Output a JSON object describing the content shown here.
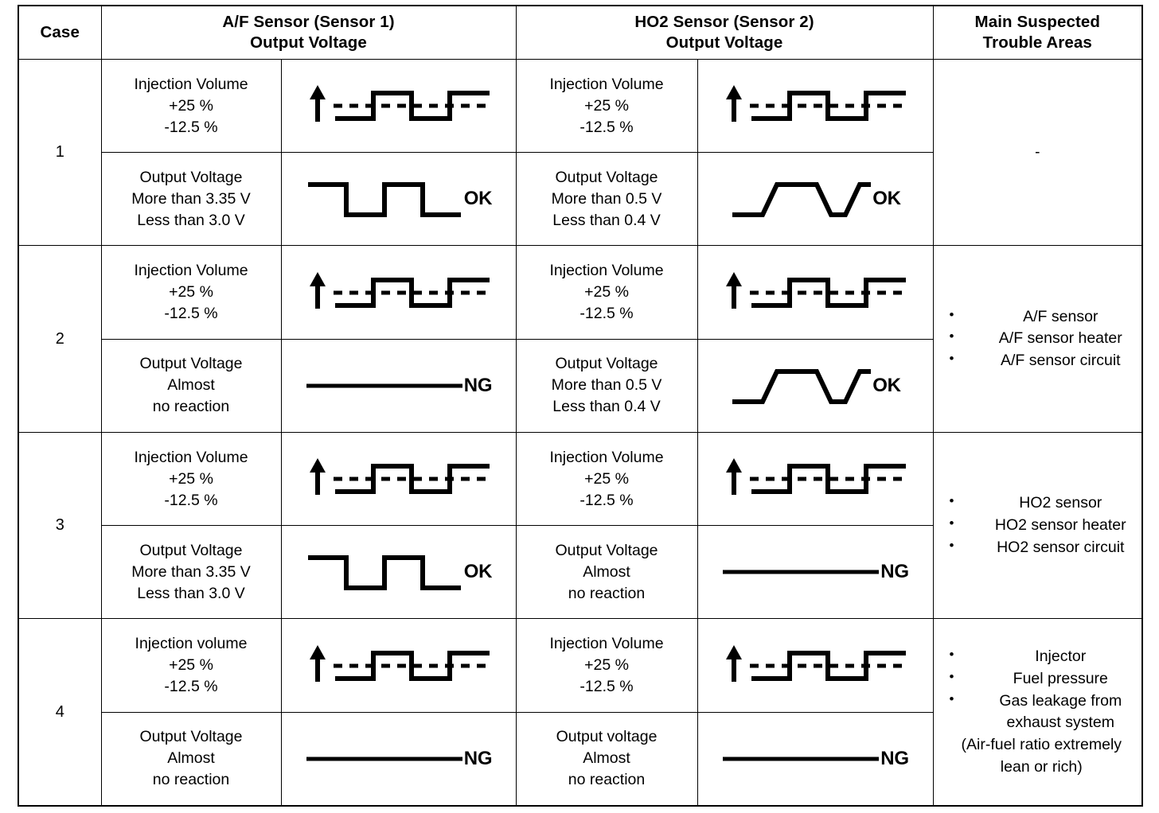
{
  "table": {
    "headers": {
      "case": "Case",
      "af_sensor_line1": "A/F Sensor (Sensor 1)",
      "af_sensor_line2": "Output Voltage",
      "ho2_sensor_line1": "HO2 Sensor (Sensor 2)",
      "ho2_sensor_line2": "Output Voltage",
      "trouble_line1": "Main Suspected",
      "trouble_line2": "Trouble Areas"
    },
    "rows": [
      {
        "case": "1",
        "af_top": {
          "l1": "Injection Volume",
          "l2": "+25 %",
          "l3": "-12.5 %",
          "wave": "arrow-square-dashed"
        },
        "af_bottom": {
          "l1": "Output Voltage",
          "l2": "More than 3.35 V",
          "l3": "Less than 3.0 V",
          "wave": "square-inverted",
          "verdict": "OK"
        },
        "ho2_top": {
          "l1": "Injection Volume",
          "l2": "+25 %",
          "l3": "-12.5 %",
          "wave": "arrow-square-dashed"
        },
        "ho2_bottom": {
          "l1": "Output Voltage",
          "l2": "More than 0.5 V",
          "l3": "Less than 0.4 V",
          "wave": "trapezoid",
          "verdict": "OK"
        },
        "trouble": {
          "dash": "-",
          "items": [],
          "continuation": "",
          "note": ""
        }
      },
      {
        "case": "2",
        "af_top": {
          "l1": "Injection Volume",
          "l2": "+25 %",
          "l3": "-12.5 %",
          "wave": "arrow-square-dashed"
        },
        "af_bottom": {
          "l1": "Output Voltage",
          "l2": "Almost",
          "l3": "no reaction",
          "wave": "flat",
          "verdict": "NG"
        },
        "ho2_top": {
          "l1": "Injection Volume",
          "l2": "+25 %",
          "l3": "-12.5 %",
          "wave": "arrow-square-dashed"
        },
        "ho2_bottom": {
          "l1": "Output Voltage",
          "l2": "More than 0.5 V",
          "l3": "Less than 0.4 V",
          "wave": "trapezoid",
          "verdict": "OK"
        },
        "trouble": {
          "dash": "",
          "items": [
            "A/F sensor",
            "A/F sensor heater",
            "A/F sensor circuit"
          ],
          "continuation": "",
          "note": ""
        }
      },
      {
        "case": "3",
        "af_top": {
          "l1": "Injection Volume",
          "l2": "+25 %",
          "l3": "-12.5 %",
          "wave": "arrow-square-dashed"
        },
        "af_bottom": {
          "l1": "Output Voltage",
          "l2": "More than 3.35 V",
          "l3": "Less than 3.0 V",
          "wave": "square-inverted",
          "verdict": "OK"
        },
        "ho2_top": {
          "l1": "Injection Volume",
          "l2": "+25 %",
          "l3": "-12.5 %",
          "wave": "arrow-square-dashed"
        },
        "ho2_bottom": {
          "l1": "Output Voltage",
          "l2": "Almost",
          "l3": "no reaction",
          "wave": "flat",
          "verdict": "NG"
        },
        "trouble": {
          "dash": "",
          "items": [
            "HO2 sensor",
            "HO2 sensor heater",
            "HO2 sensor circuit"
          ],
          "continuation": "",
          "note": ""
        }
      },
      {
        "case": "4",
        "af_top": {
          "l1": "Injection volume",
          "l2": "+25 %",
          "l3": "-12.5 %",
          "wave": "arrow-square-dashed"
        },
        "af_bottom": {
          "l1": "Output Voltage",
          "l2": "Almost",
          "l3": "no reaction",
          "wave": "flat",
          "verdict": "NG"
        },
        "ho2_top": {
          "l1": "Injection Volume",
          "l2": "+25 %",
          "l3": "-12.5 %",
          "wave": "arrow-square-dashed"
        },
        "ho2_bottom": {
          "l1": "Output voltage",
          "l2": "Almost",
          "l3": "no reaction",
          "wave": "flat",
          "verdict": "NG"
        },
        "trouble": {
          "dash": "",
          "items": [
            "Injector",
            "Fuel pressure",
            "Gas leakage from"
          ],
          "continuation": "exhaust system",
          "note": "(Air-fuel ratio extremely",
          "note2": "lean or rich)"
        }
      }
    ]
  },
  "colors": {
    "ink": "#000000",
    "paper": "#ffffff"
  }
}
